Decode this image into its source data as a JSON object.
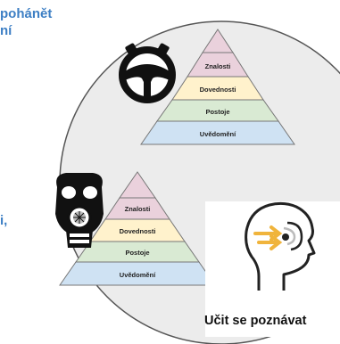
{
  "text_fragments": [
    "pohánět",
    "ní",
    "i,"
  ],
  "pyramid_top": {
    "levels": [
      "Znalosti",
      "Dovednosti",
      "Postoje",
      "Uvědomění"
    ],
    "icon": "steering-wheel-icon"
  },
  "pyramid_bottom": {
    "levels": [
      "Znalosti",
      "Dovednosti",
      "Postoje",
      "Uvědomění"
    ],
    "icon": "gas-mask-icon"
  },
  "learn_box": {
    "caption": "Učit se poznávat",
    "icon": "head-insight-icon"
  },
  "colors": {
    "fragment_text": "#3d7fc4",
    "level_1": "#ead1dc",
    "level_2": "#fff2cc",
    "level_3": "#d9ead3",
    "level_4": "#cfe2f3",
    "circle_bg": "#ececec",
    "arrow": "#f0b43c"
  }
}
